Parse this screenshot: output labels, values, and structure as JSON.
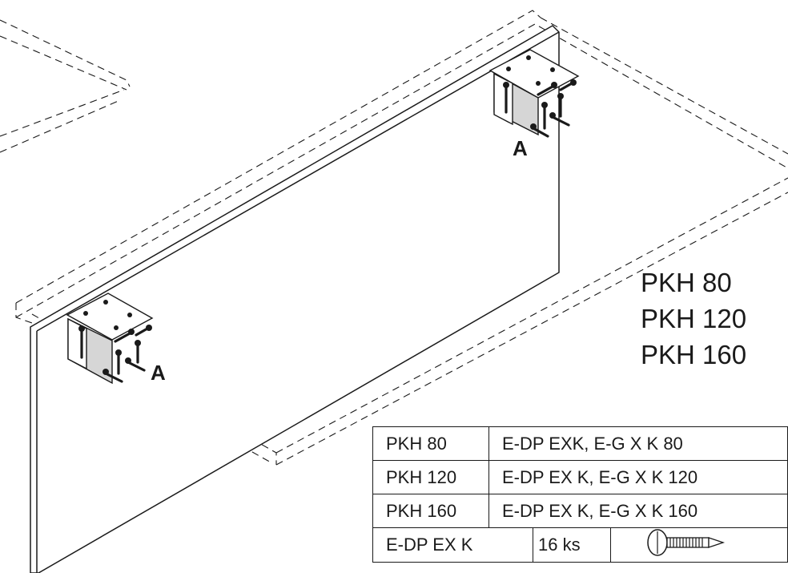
{
  "callouts": {
    "bracket_right": "A",
    "bracket_left": "A"
  },
  "models": [
    "PKH 80",
    "PKH 120",
    "PKH 160"
  ],
  "parts_table": {
    "rows": [
      {
        "model": "PKH 80",
        "parts": "E-DP EXK, E-G X K 80"
      },
      {
        "model": "PKH 120",
        "parts": "E-DP EX K, E-G X K 120"
      },
      {
        "model": "PKH 160",
        "parts": "E-DP EX K, E-G X K 160"
      }
    ],
    "hardware_row": {
      "part": "E-DP EX K",
      "quantity": "16 ks",
      "icon": "screw-icon"
    }
  }
}
